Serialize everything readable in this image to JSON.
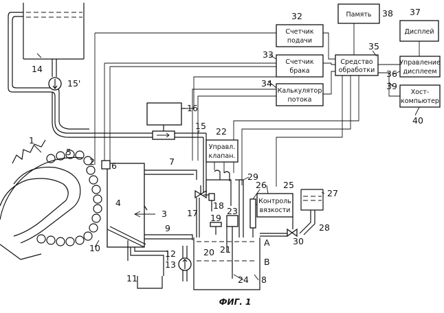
{
  "caption": "ФИГ. 1",
  "blocks": {
    "memory": "Память",
    "display": "Дисплей",
    "feed_counter": [
      "Счетчик",
      "подачи"
    ],
    "reject_counter": [
      "Счетчик",
      "брака"
    ],
    "processing": [
      "Средство",
      "обработки"
    ],
    "display_control": [
      "Управление",
      "дисплеем"
    ],
    "flow_calculator": [
      "Калькулятор",
      "потока"
    ],
    "host_computer": [
      "Хост-",
      "компьютер"
    ],
    "valve_control": [
      "Управл.",
      "клапан."
    ],
    "viscosity_control": [
      "Контроль",
      "вязкости"
    ]
  },
  "numbers": {
    "n1": "1",
    "n2": "2",
    "n3": "3",
    "n4": "4",
    "n5": "5",
    "n6": "6",
    "n7": "7",
    "n8": "8",
    "n9": "9",
    "n10": "10",
    "n11": "11",
    "n12": "12",
    "n13": "13",
    "n14": "14",
    "n15p": "15'",
    "n15": "15",
    "n16": "16",
    "n17": "17",
    "n18": "18",
    "n19": "19",
    "n20": "20",
    "n21": "21",
    "n22": "22",
    "n23": "23",
    "n24": "24",
    "n25": "25",
    "n26": "26",
    "n27": "27",
    "n28": "28",
    "n29": "29",
    "n30": "30",
    "n32": "32",
    "n33": "33",
    "n34": "34",
    "n35": "35",
    "n36": "36",
    "n37": "37",
    "n38": "38",
    "n39": "39",
    "n40": "40"
  },
  "levels": {
    "a": "A",
    "b": "B"
  }
}
